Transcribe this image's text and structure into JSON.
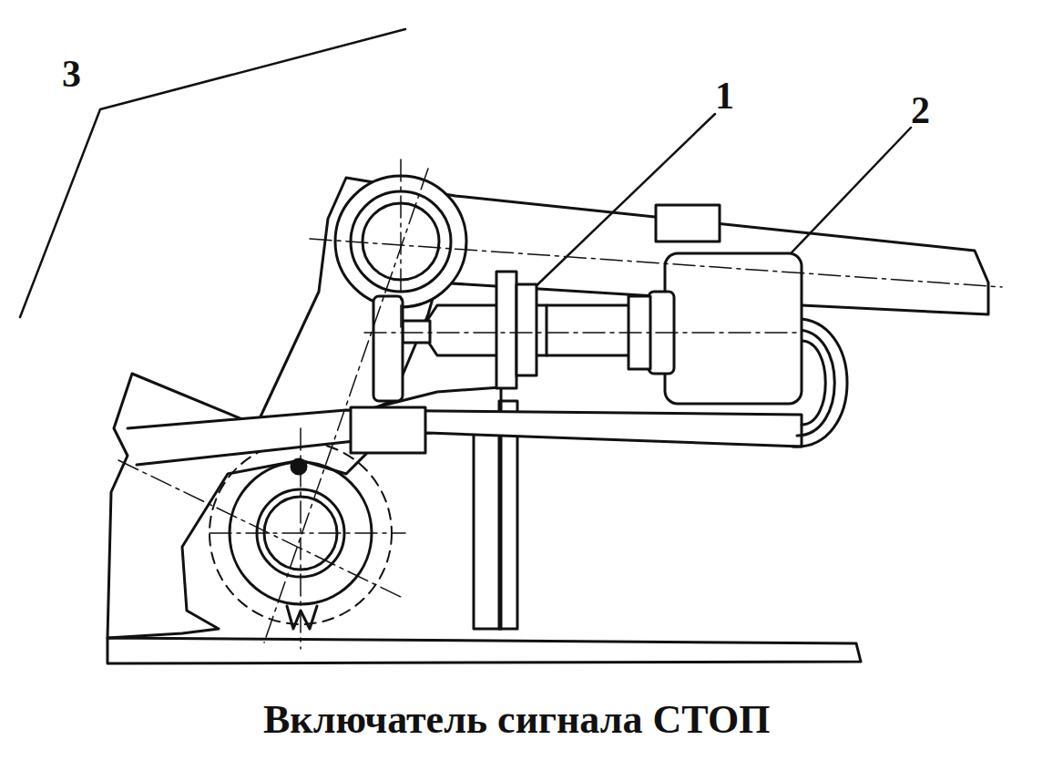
{
  "diagram": {
    "caption": "Включатель сигнала СТОП",
    "labels": [
      "3",
      "1",
      "2"
    ]
  }
}
